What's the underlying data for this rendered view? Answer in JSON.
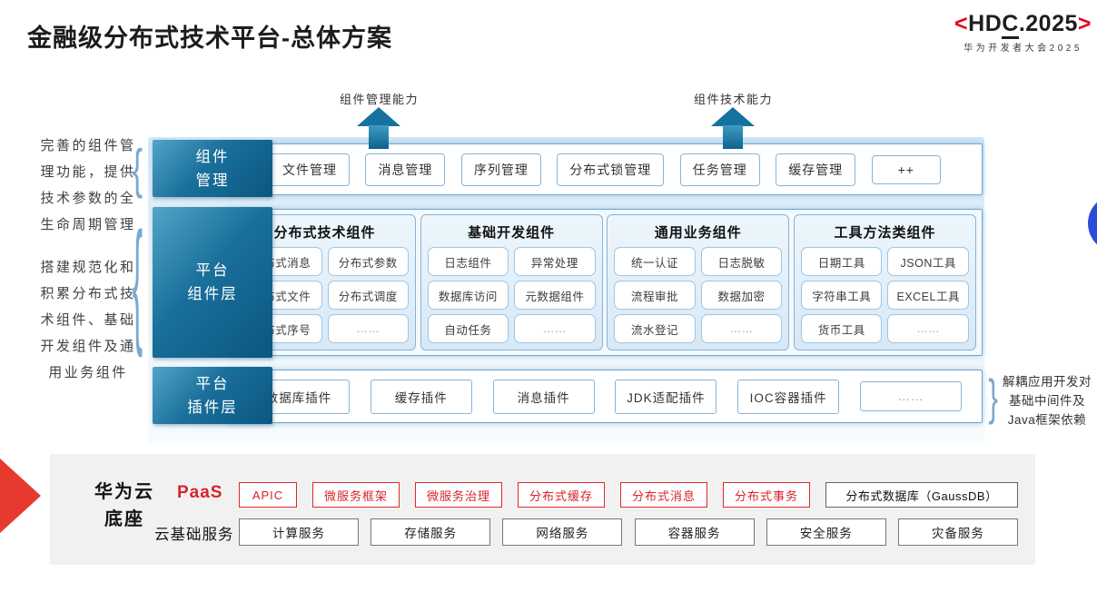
{
  "colors": {
    "logo_red": "#e6001e",
    "paas_red": "#d8232a",
    "layer_teal": "#0d6390",
    "arrow_teal": "#16739f",
    "circle_blue": "#2b4bdb"
  },
  "title": "金融级分布式技术平台-总体方案",
  "logo": {
    "bracket_left": "<",
    "hd": "HD",
    "c": "C",
    "rest": ".2025",
    "bracket_right": ">",
    "subtitle": "华为开发者大会2025"
  },
  "arrows": {
    "left_label": "组件管理能力",
    "right_label": "组件技术能力"
  },
  "left_notes": {
    "management": "完善的组件管理功能，提供技术参数的全生命周期管理",
    "component": "搭建规范化和积累分布式技术组件、基础开发组件及通用业务组件"
  },
  "right_note": "解耦应用开发对基础中间件及Java框架依赖",
  "layers": {
    "management": {
      "label_lines": [
        "组件",
        "管理"
      ],
      "items": [
        "文件管理",
        "消息管理",
        "序列管理",
        "分布式锁管理",
        "任务管理",
        "缓存管理",
        "++"
      ]
    },
    "component": {
      "label_lines": [
        "平台",
        "组件层"
      ],
      "groups": [
        {
          "title": "分布式技术组件",
          "items": [
            "分布式消息",
            "分布式参数",
            "分布式文件",
            "分布式调度",
            "分布式序号",
            "……"
          ]
        },
        {
          "title": "基础开发组件",
          "items": [
            "日志组件",
            "异常处理",
            "数据库访问",
            "元数据组件",
            "自动任务",
            "……"
          ]
        },
        {
          "title": "通用业务组件",
          "items": [
            "统一认证",
            "日志脱敏",
            "流程审批",
            "数据加密",
            "流水登记",
            "……"
          ]
        },
        {
          "title": "工具方法类组件",
          "items": [
            "日期工具",
            "JSON工具",
            "字符串工具",
            "EXCEL工具",
            "货币工具",
            "……"
          ]
        }
      ]
    },
    "plugin": {
      "label_lines": [
        "平台",
        "插件层"
      ],
      "items": [
        "数据库插件",
        "缓存插件",
        "消息插件",
        "JDK适配插件",
        "IOC容器插件",
        "……"
      ]
    }
  },
  "foundation": {
    "label_lines": [
      "华为云",
      "底座"
    ],
    "paas": {
      "label": "PaaS",
      "items": [
        "APIC",
        "微服务框架",
        "微服务治理",
        "分布式缓存",
        "分布式消息",
        "分布式事务"
      ],
      "db_item": "分布式数据库（GaussDB）"
    },
    "cloud": {
      "label": "云基础服务",
      "items": [
        "计算服务",
        "存储服务",
        "网络服务",
        "容器服务",
        "安全服务",
        "灾备服务"
      ]
    }
  }
}
